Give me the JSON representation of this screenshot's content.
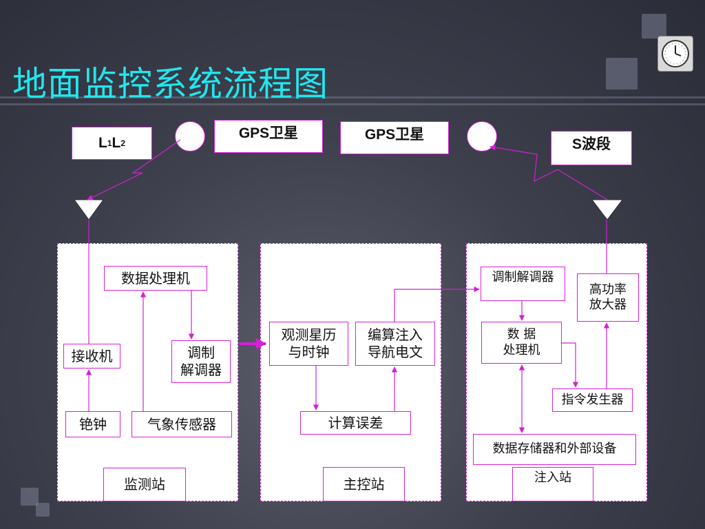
{
  "title": "地面监控系统流程图",
  "labels": {
    "l1l2": "L",
    "l1_sub": "1",
    "l2_main": " L",
    "l2_sub": "2",
    "gps_left": "GPS卫星",
    "gps_right": "GPS卫星",
    "s_band": "S波段"
  },
  "monitor_station": {
    "data_processor": "数据处理机",
    "receiver": "接收机",
    "modem_line1": "调制",
    "modem_line2": "解调器",
    "atomic_clock": "铯钟",
    "weather_sensor": "气象传感器",
    "name": "监测站"
  },
  "master_station": {
    "ephemeris_line1": "观测星历",
    "ephemeris_line2": "与时钟",
    "nav_line1": "编算注入",
    "nav_line2": "导航电文",
    "calc_error": "计算误差",
    "name": "主控站"
  },
  "injection_station": {
    "modem": "调制解调器",
    "amplifier_line1": "高功率",
    "amplifier_line2": "放大器",
    "processor_line1": "数 据",
    "processor_line2": "处理机",
    "cmd_generator": "指令发生器",
    "storage": "数据存储器和外部设备",
    "name": "注入站"
  },
  "colors": {
    "title": "#22e6ee",
    "line": "#d61fd6",
    "background": "#3e404d"
  },
  "icons": {
    "corner": "clock-icon"
  }
}
